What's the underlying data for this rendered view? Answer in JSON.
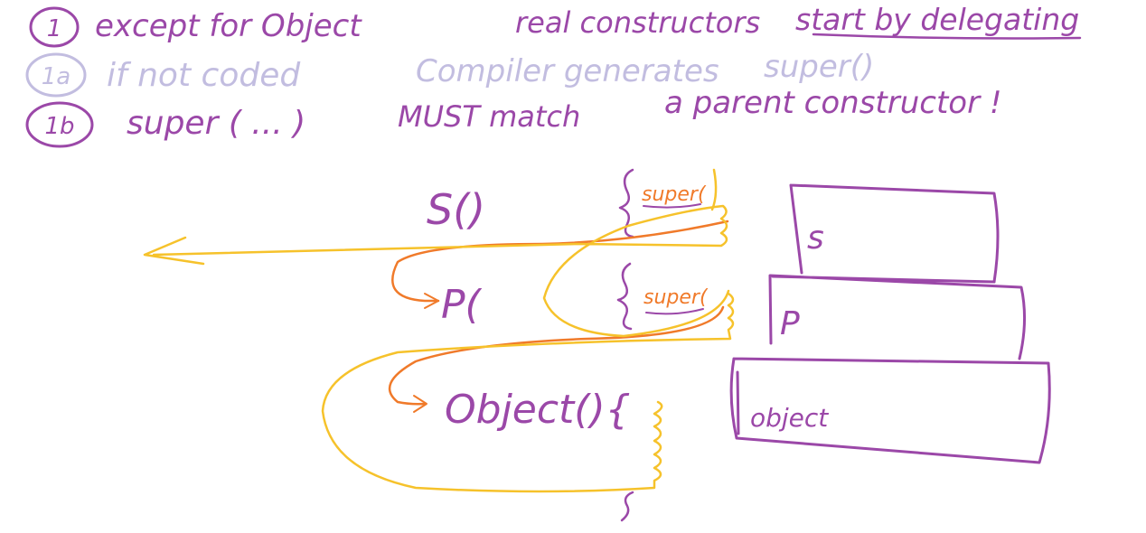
{
  "notes": {
    "line1": {
      "marker": "1",
      "text": "except for Object",
      "text2": "real constructors",
      "text3": "start by delegating"
    },
    "line1a": {
      "marker": "1a",
      "text": "if not coded",
      "text2": "Compiler generates",
      "text3": "super()"
    },
    "line1b": {
      "marker": "1b",
      "text": "super ( ... )",
      "text2": "MUST match",
      "text3": "a parent constructor !"
    }
  },
  "code": {
    "s_ctor": "S()",
    "p_ctor": "P(",
    "object_ctor": "Object(){",
    "super_call_1": "super(",
    "super_call_2": "super("
  },
  "boxes": {
    "s": "s",
    "p": "P",
    "object": "object"
  },
  "colors": {
    "purple": "#9b48a8",
    "faint_purple": "#c2bde0",
    "orange": "#f07a2a",
    "yellow": "#f6c22b"
  }
}
